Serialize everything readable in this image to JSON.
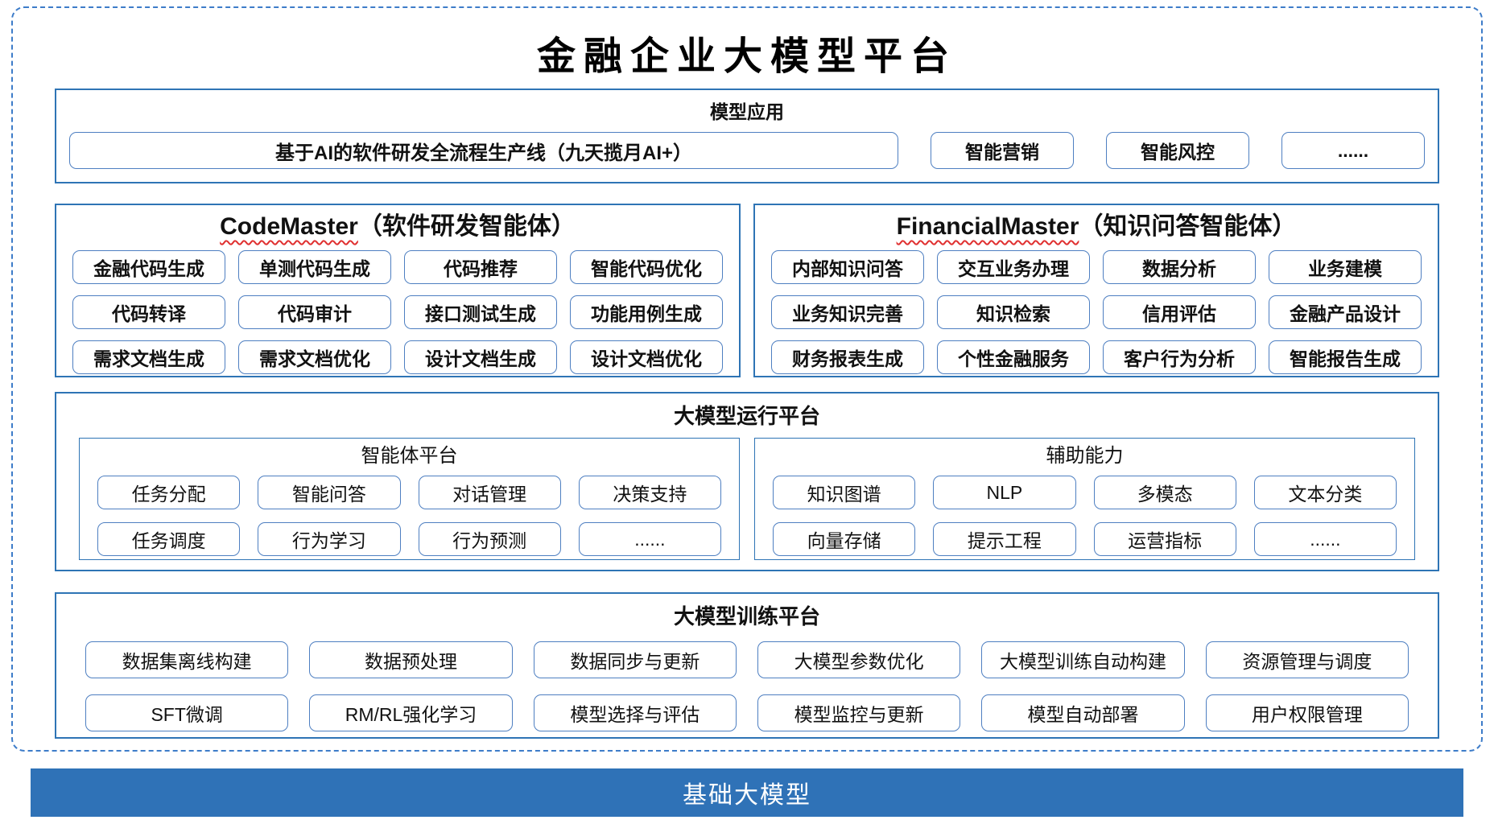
{
  "title": "金融企业大模型平台",
  "model_app": {
    "header": "模型应用",
    "main_item": "基于AI的软件研发全流程生产线（九天揽月AI+）",
    "items": [
      "智能营销",
      "智能风控",
      "......"
    ]
  },
  "code_master": {
    "title_en": "CodeMaster",
    "title_zh": "（软件研发智能体）",
    "items": [
      "金融代码生成",
      "单测代码生成",
      "代码推荐",
      "智能代码优化",
      "代码转译",
      "代码审计",
      "接口测试生成",
      "功能用例生成",
      "需求文档生成",
      "需求文档优化",
      "设计文档生成",
      "设计文档优化"
    ]
  },
  "financial_master": {
    "title_en": "FinancialMaster",
    "title_zh": "（知识问答智能体）",
    "items": [
      "内部知识问答",
      "交互业务办理",
      "数据分析",
      "业务建模",
      "业务知识完善",
      "知识检索",
      "信用评估",
      "金融产品设计",
      "财务报表生成",
      "个性金融服务",
      "客户行为分析",
      "智能报告生成"
    ]
  },
  "runtime": {
    "header": "大模型运行平台",
    "agent_platform": {
      "title": "智能体平台",
      "items": [
        "任务分配",
        "智能问答",
        "对话管理",
        "决策支持",
        "任务调度",
        "行为学习",
        "行为预测",
        "......"
      ]
    },
    "aux_capability": {
      "title": "辅助能力",
      "items": [
        "知识图谱",
        "NLP",
        "多模态",
        "文本分类",
        "向量存储",
        "提示工程",
        "运营指标",
        "......"
      ]
    }
  },
  "training": {
    "header": "大模型训练平台",
    "items": [
      "数据集离线构建",
      "数据预处理",
      "数据同步与更新",
      "大模型参数优化",
      "大模型训练自动构建",
      "资源管理与调度",
      "SFT微调",
      "RM/RL强化学习",
      "模型选择与评估",
      "模型监控与更新",
      "模型自动部署",
      "用户权限管理"
    ]
  },
  "base_model": {
    "label": "基础大模型"
  },
  "colors": {
    "section_border": "#2E74B5",
    "item_border": "#4E7FC1",
    "dashed_border": "#3D7CC9",
    "base_bar_bg": "#2F72B7",
    "underline_red": "#E03030"
  }
}
